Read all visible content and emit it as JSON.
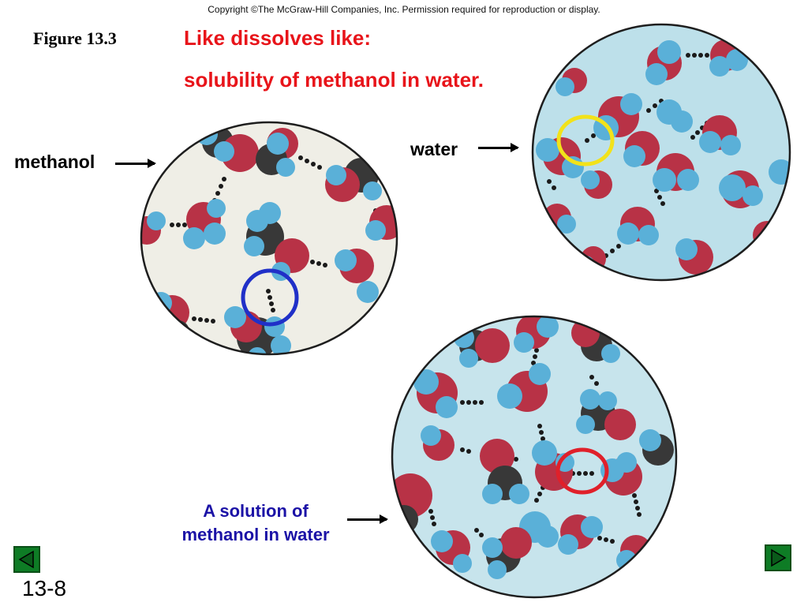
{
  "copyright": "Copyright ©The McGraw-Hill Companies, Inc.  Permission required for reproduction or display.",
  "figure_label": "Figure 13.3",
  "title_line1": "Like dissolves like:",
  "title_line2": "solubility of methanol in water.",
  "labels": {
    "methanol": "methanol",
    "water": "water",
    "solution_line1": "A solution of",
    "solution_line2": "methanol in water"
  },
  "slide_number": "13-8",
  "colors": {
    "title_red": "#e8141a",
    "solution_blue": "#1b12a6",
    "oxygen": "#b83246",
    "hydrogen": "#5ab0d8",
    "carbon": "#383838",
    "bond": "#1a1a1a",
    "methanol_bg": "#efeee6",
    "water_bg": "#bde0ea",
    "solution_bg": "#c7e4ec",
    "highlight_blue": "#2030c8",
    "highlight_yellow": "#f2e21a",
    "highlight_red": "#e0202a",
    "nav_green": "#0e7c25"
  },
  "icons": {
    "prev": "triangle-left-icon",
    "next": "triangle-right-icon"
  }
}
